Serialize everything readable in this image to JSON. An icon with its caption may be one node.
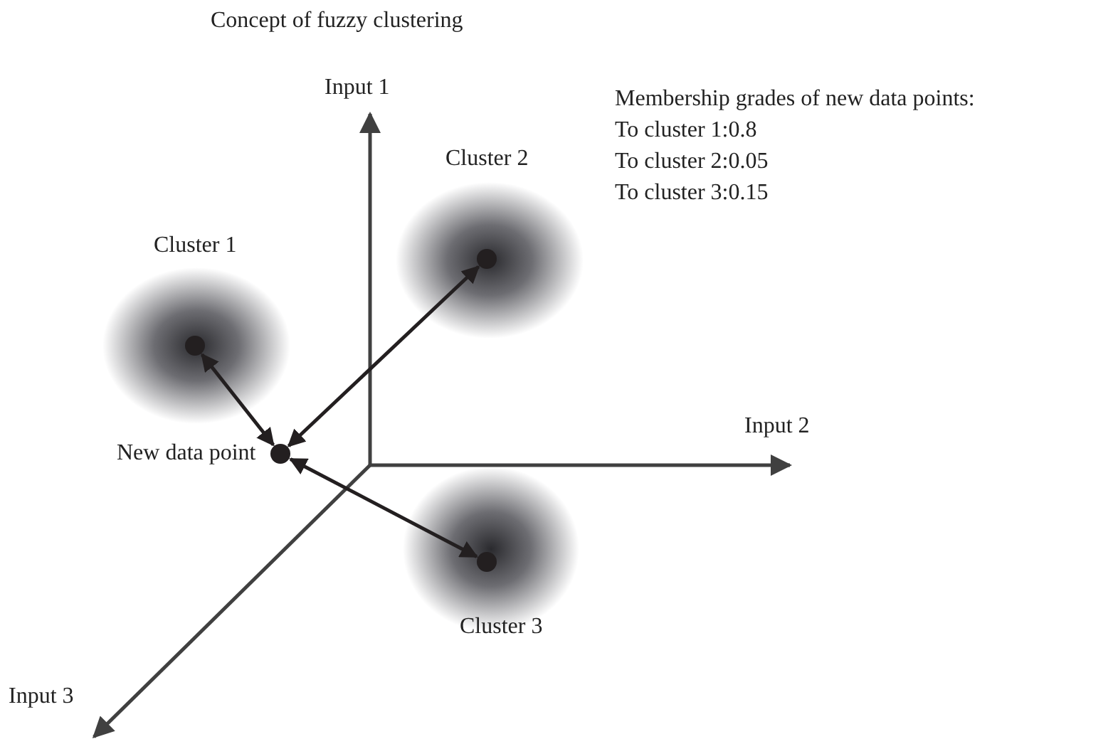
{
  "diagram": {
    "title": "Concept of fuzzy clustering",
    "nodes": [
      {
        "text": [
          "Cluster 2"
        ]
      },
      {
        "text": [
          "Cluster 1"
        ]
      },
      {
        "text": [
          "New data point"
        ]
      },
      {
        "text": [
          "Cluster 3"
        ]
      }
    ],
    "edges": [
      {
        "from": 2,
        "to": 1,
        "arrow": "both"
      },
      {
        "from": 2,
        "to": 0,
        "arrow": "both"
      },
      {
        "from": 2,
        "to": 3,
        "arrow": "both"
      }
    ],
    "labels": [
      "Input 1",
      "Membership grades of new data points:",
      "To cluster 1:0.8",
      "To cluster 2:0.05",
      "To cluster 3:0.15",
      "Input 2",
      "Input 3"
    ]
  }
}
